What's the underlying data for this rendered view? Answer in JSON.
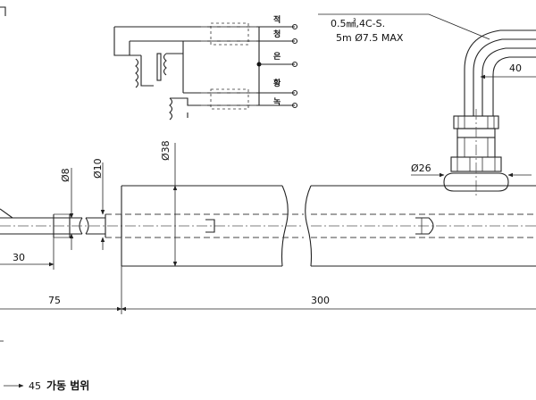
{
  "diagram": {
    "wire_spec_line1": "0.5㎟,4C-S.",
    "wire_spec_line2": "5m Ø7.5 MAX",
    "wire_colors": [
      "적",
      "청",
      "은",
      "황",
      "녹"
    ],
    "dimensions": {
      "phi8": "Ø8",
      "phi10": "Ø10",
      "phi38": "Ø38",
      "phi26": "Ø26",
      "len30": "30",
      "len75": "75",
      "len300": "300",
      "len40": "40"
    },
    "footer_value": "45",
    "footer_label": "가동 범위"
  }
}
